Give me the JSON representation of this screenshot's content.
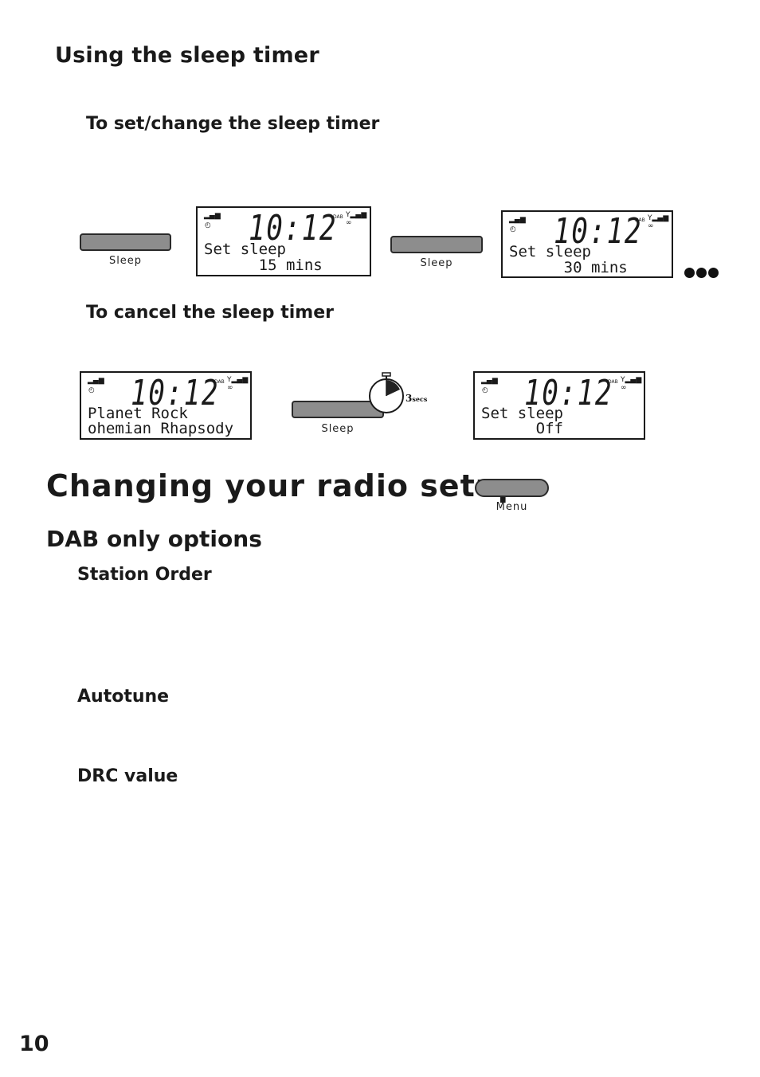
{
  "sleep_section": {
    "title": "Using the sleep timer",
    "set_subtitle": "To set/change the sleep timer",
    "cancel_subtitle": "To cancel the sleep timer"
  },
  "buttons": {
    "sleep_label": "Sleep",
    "menu_label": "Menu"
  },
  "displays": {
    "set15": {
      "time": "10:12",
      "band": "DAB",
      "line1": "Set sleep",
      "line2": "      15 mins"
    },
    "set30": {
      "time": "10:12",
      "band": "DAB",
      "line1": "Set sleep",
      "line2": "      30 mins"
    },
    "planet": {
      "time": "10:12",
      "band": "DAB",
      "line1": "Planet Rock",
      "line2": "ohemian Rhapsody"
    },
    "off": {
      "time": "10:12",
      "band": "DAB",
      "line1": "Set sleep",
      "line2": "      Off"
    }
  },
  "timer_badge": {
    "value": "3",
    "unit": "secs"
  },
  "setup_section": {
    "title": "Changing your radio setup",
    "dab_title": "DAB only options",
    "station_order": "Station Order",
    "autotune": "Autotune",
    "drc_value": "DRC value"
  },
  "page_number": "10"
}
